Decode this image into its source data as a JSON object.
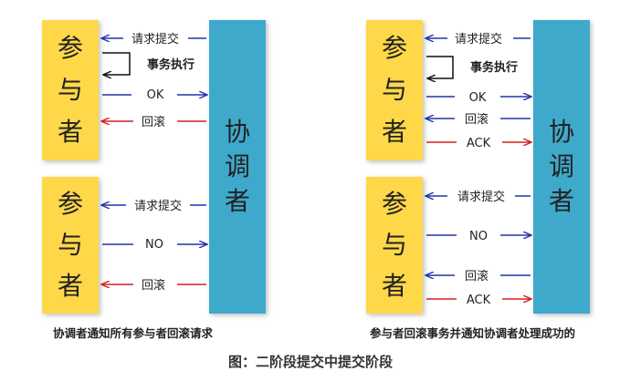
{
  "colors": {
    "participant": "#FFD84A",
    "coordinator": "#3FA9CC",
    "arrow_blue": "#2233AA",
    "arrow_red": "#D42020"
  },
  "left": {
    "top_participant": [
      "参",
      "与",
      "者"
    ],
    "bottom_participant": [
      "参",
      "与",
      "者"
    ],
    "coordinator": [
      "协",
      "调",
      "者"
    ],
    "top_messages": {
      "request": "请求提交",
      "execute": "事务执行",
      "ok": "OK",
      "rollback": "回滚"
    },
    "bottom_messages": {
      "request": "请求提交",
      "no": "NO",
      "rollback": "回滚"
    },
    "caption": "协调者通知所有参与者回滚请求"
  },
  "right": {
    "top_participant": [
      "参",
      "与",
      "者"
    ],
    "bottom_participant": [
      "参",
      "与",
      "者"
    ],
    "coordinator": [
      "协",
      "调",
      "者"
    ],
    "top_messages": {
      "request": "请求提交",
      "execute": "事务执行",
      "ok": "OK",
      "rollback": "回滚",
      "ack": "ACK"
    },
    "bottom_messages": {
      "request": "请求提交",
      "no": "NO",
      "rollback": "回滚",
      "ack": "ACK"
    },
    "caption": "参与者回滚事务并通知协调者处理成功的"
  },
  "figure_title": "图：二阶段提交中提交阶段"
}
